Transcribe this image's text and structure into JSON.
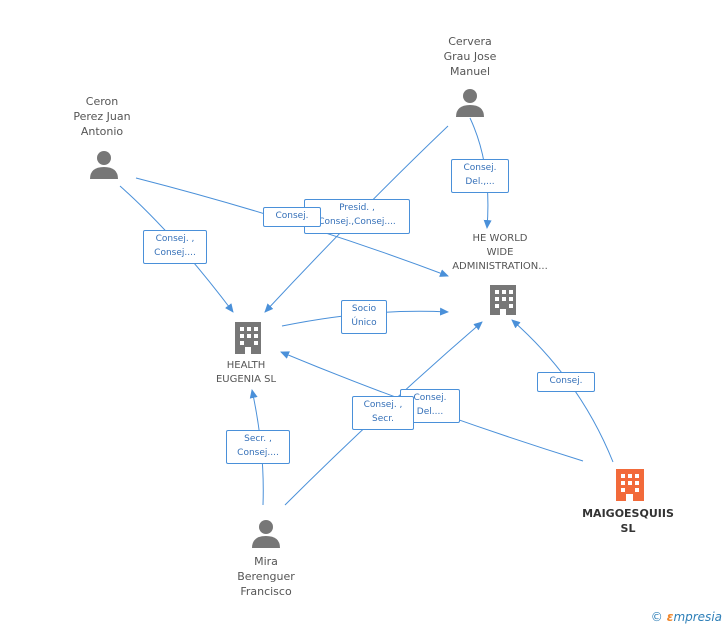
{
  "colors": {
    "edge": "#4a90d9",
    "node": "#777777",
    "focus": "#f26a3a"
  },
  "nodes": {
    "cervera": {
      "label": "Cervera\nGrau Jose\nManuel",
      "icon": "person-icon"
    },
    "ceron": {
      "label": "Ceron\nPerez Juan\nAntonio",
      "icon": "person-icon"
    },
    "heworld": {
      "label": "HE WORLD\nWIDE\nADMINISTRATION...",
      "icon": "building-icon"
    },
    "health": {
      "label": "HEALTH\nEUGENIA SL",
      "icon": "building-icon"
    },
    "maigoesquiis": {
      "label": "MAIGOESQUIIS\nSL",
      "icon": "building-icon"
    },
    "mira": {
      "label": "Mira\nBerenguer\nFrancisco",
      "icon": "person-icon"
    }
  },
  "edges": {
    "cervera_heworld": "Consej.\nDel.,...",
    "cervera_health": "Presid. ,\nConsej.,Consej....",
    "ceron_heworld": "Consej.",
    "ceron_health": "Consej. ,\nConsej....",
    "health_heworld": "Socio\nÚnico",
    "maigo_heworld": "Consej.",
    "maigo_health": "Consej.\nDel....",
    "mira_heworld": "Consej. ,\nSecr.",
    "mira_health": "Secr. ,\nConsej...."
  },
  "footer": {
    "copyright": "©",
    "brand_e": "ε",
    "brand_rest": "mpresia"
  }
}
